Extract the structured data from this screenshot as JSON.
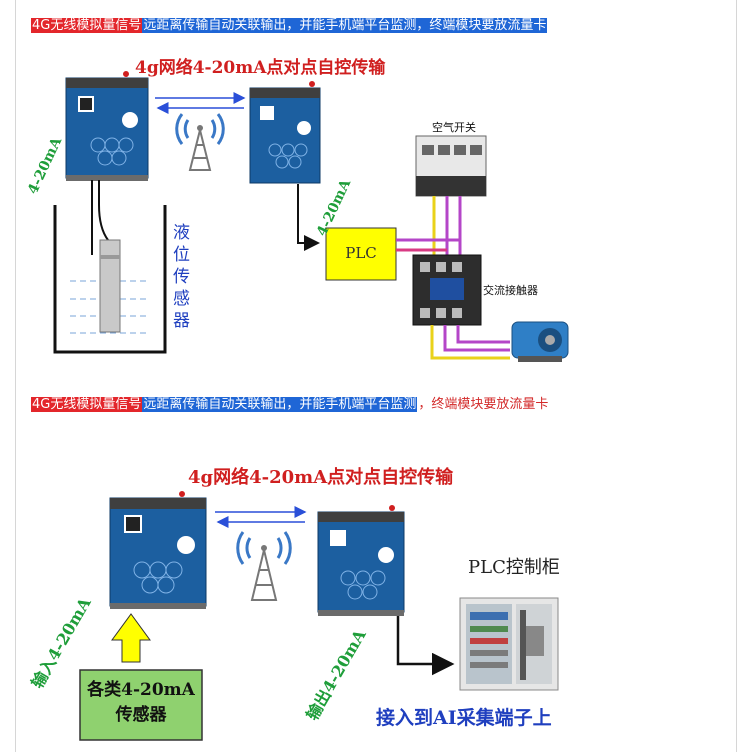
{
  "captions": {
    "top": {
      "red": "4G无线模拟量信号",
      "blue": "远距离传输自动关联输出，并能手机端平台监测，终端模块要放流量卡",
      "plain": ""
    },
    "mid": {
      "red": "4G无线模拟量信号",
      "blue": "远距离传输自动关联输出，并能手机端平台监测",
      "plain": "，终端模块要放流量卡"
    }
  },
  "diagram1": {
    "title": "4g网络4-20mA点对点自控传输",
    "label_left": "4-20mA",
    "label_right": "4-20mA",
    "sensor_label": "液位传感器",
    "plc_label": "PLC",
    "breaker_label": "空气开关",
    "contactor_label": "交流接触器"
  },
  "diagram2": {
    "title": "4g网络4-20mA点对点自控传输",
    "label_in": "输入4-20mA",
    "label_out": "输出4-20mA",
    "sensor_box": [
      "各类4-20mA",
      "传感器"
    ],
    "plc_cabinet": "PLC控制柜",
    "ai_terminal": "接入到AI采集端子上"
  },
  "colors": {
    "device_blue": "#1c5fa0",
    "plc_yellow": "#ffff00",
    "sensor_green": "#8fd16f",
    "title_red": "#d01f1f",
    "label_green": "#1f9e3a"
  }
}
